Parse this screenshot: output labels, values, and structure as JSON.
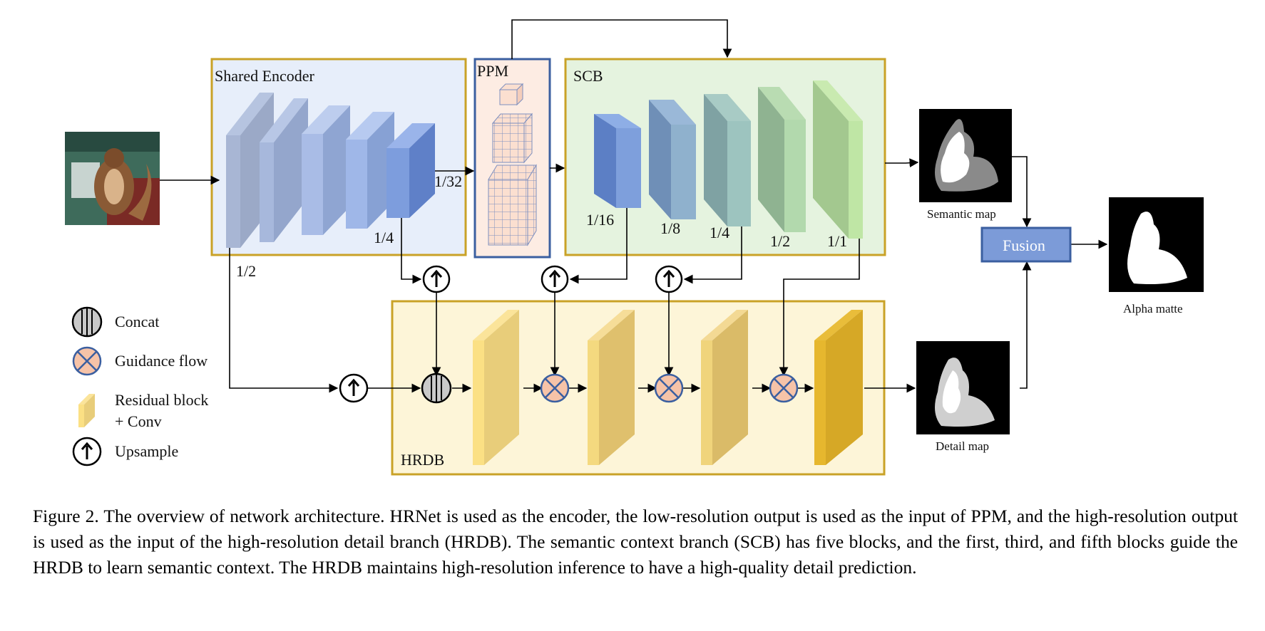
{
  "input_image": {
    "icon": "squirrel-photo"
  },
  "encoder": {
    "title": "Shared Encoder",
    "labels": {
      "half": "1/2",
      "quarter": "1/4",
      "thirtysecond": "1/32"
    },
    "colors": {
      "fill": "#e7eefa",
      "border": "#c9a227"
    }
  },
  "ppm": {
    "title": "PPM",
    "colors": {
      "fill": "#fdece3",
      "border": "#3b5fa0"
    }
  },
  "scb": {
    "title": "SCB",
    "labels": {
      "sixteenth": "1/16",
      "eighth": "1/8",
      "quarter": "1/4",
      "half": "1/2",
      "full": "1/1"
    },
    "colors": {
      "fill": "#e5f3df",
      "border": "#c9a227"
    }
  },
  "hrdb": {
    "title": "HRDB",
    "colors": {
      "fill": "#fdf5d8",
      "border": "#c9a227"
    }
  },
  "outputs": {
    "semantic_map": "Semantic map",
    "detail_map": "Detail map",
    "alpha_matte": "Alpha matte",
    "fusion": "Fusion"
  },
  "legend": {
    "concat": "Concat",
    "guidance": "Guidance flow",
    "residual_line1": "Residual block",
    "residual_line2": "+ Conv",
    "upsample": "Upsample"
  },
  "caption": "Figure 2. The overview of network architecture. HRNet is used as the encoder, the low-resolution output is used as the input of PPM, and the high-resolution output is used as the input of the high-resolution detail branch (HRDB). The semantic context branch (SCB) has five blocks, and the first, third, and fifth blocks guide the HRDB to learn semantic context. The HRDB maintains high-resolution inference to have a high-quality detail prediction."
}
